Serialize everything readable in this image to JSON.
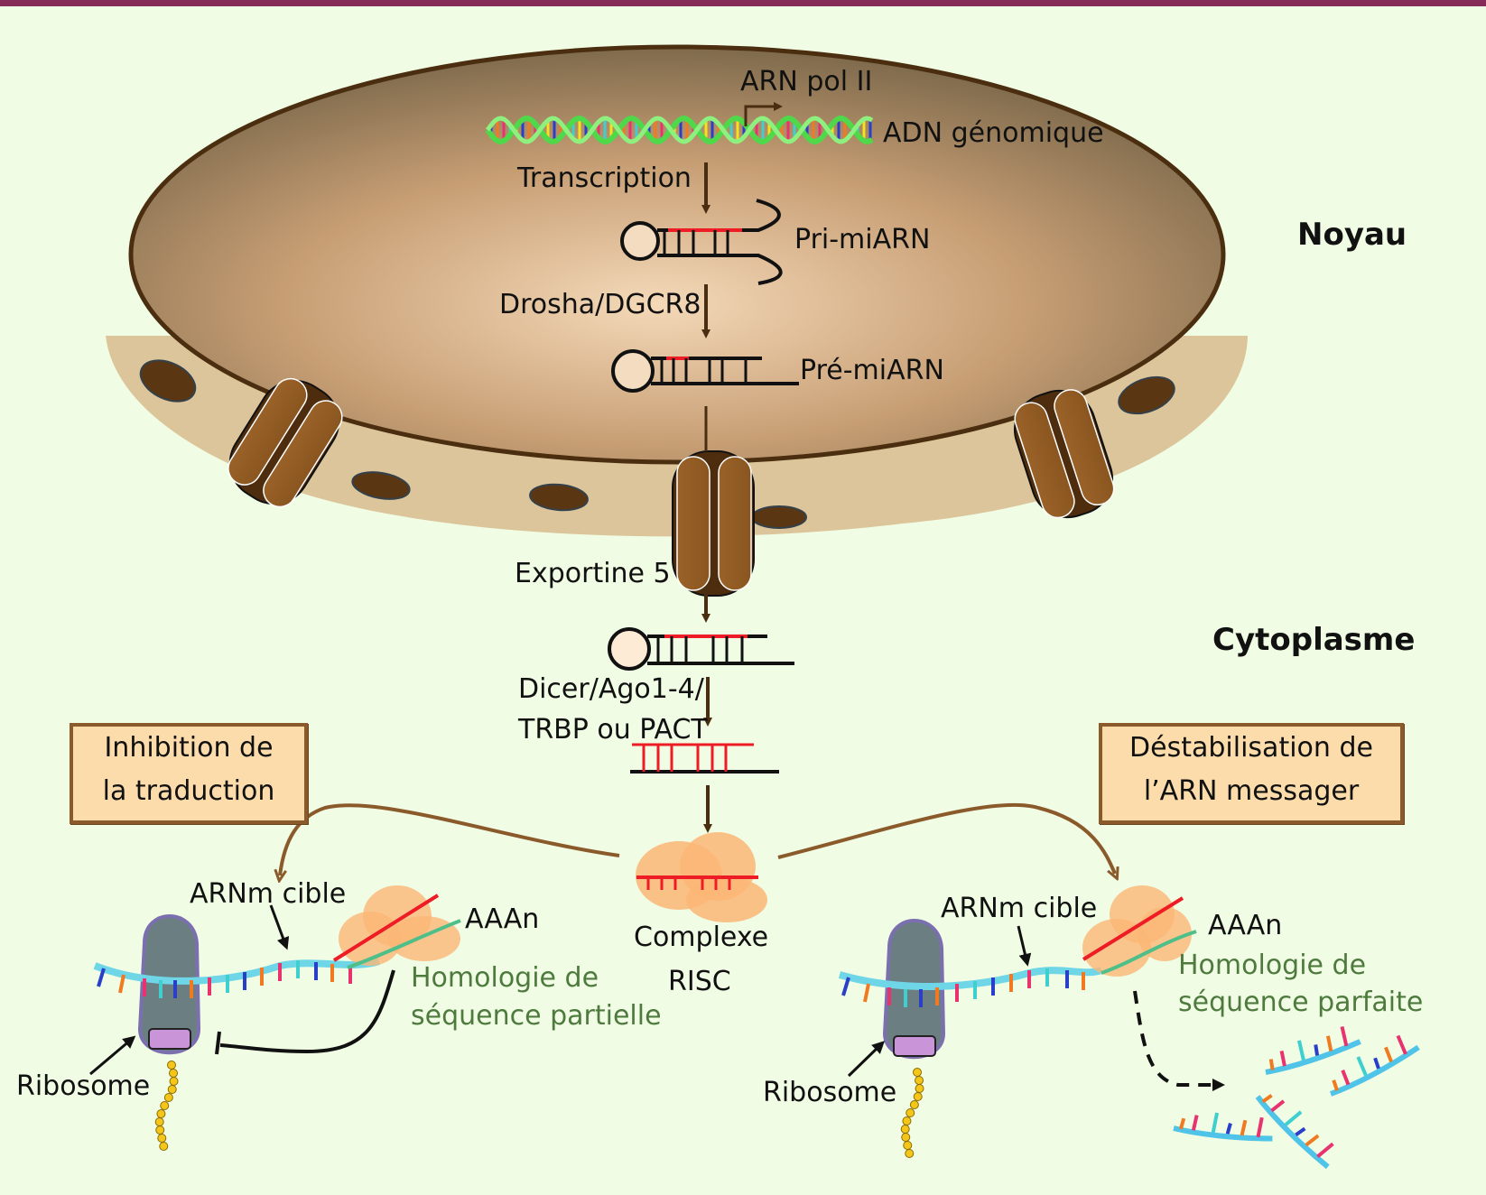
{
  "figure": {
    "compartments": {
      "nucleus": "Noyau",
      "cytoplasm": "Cytoplasme"
    },
    "nucleus_labels": {
      "polymerase": "ARN pol II",
      "genomic_dna": "ADN génomique",
      "transcription": "Transcription",
      "pri_mirna": "Pri-miARN",
      "drosha": "Drosha/DGCR8",
      "pre_mirna": "Pré-miARN"
    },
    "cytoplasm_labels": {
      "exportin": "Exportine 5",
      "dicer_line1": "Dicer/Ago1-4/",
      "dicer_line2": "TRBP ou PACT",
      "risc_line1": "Complexe",
      "risc_line2": "RISC"
    },
    "left_branch": {
      "box_line1": "Inhibition de",
      "box_line2": "la traduction",
      "target_mrna": "ARNm cible",
      "polya": "AAAn",
      "homology_line1": "Homologie de",
      "homology_line2": "séquence partielle",
      "ribosome": "Ribosome"
    },
    "right_branch": {
      "box_line1": "Déstabilisation de",
      "box_line2": "l’ARN messager",
      "target_mrna": "ARNm cible",
      "polya": "AAAn",
      "homology_line1": "Homologie de",
      "homology_line2": "séquence parfaite",
      "ribosome": "Ribosome"
    },
    "colors": {
      "header_bar": "#862a57",
      "background": "#f0fde4",
      "nucleus_fill": "#c79e74",
      "nucleus_outline": "#4a2e0f",
      "mirna_strand": "#ee1c25",
      "arrow": "#4a2e12",
      "branch_arrow": "#8b5a2b",
      "mrna": "#6fd6e8",
      "risc": "#fbb676",
      "homology_text": "#4e7a3e",
      "box_fill": "#fbdcaa",
      "box_border": "#8b5a2b"
    }
  }
}
